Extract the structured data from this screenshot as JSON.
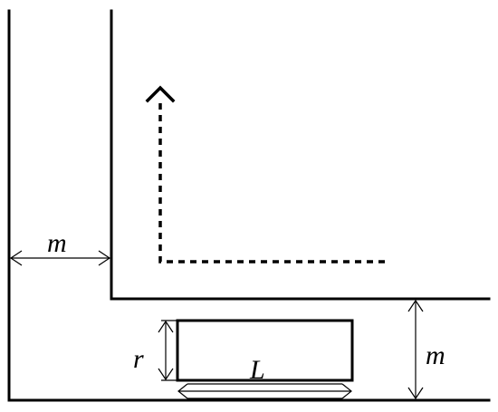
{
  "labels": {
    "corridor_width_vertical": "m",
    "corridor_width_horizontal": "m",
    "object_width": "r",
    "object_length": "L"
  },
  "colors": {
    "stroke": "#000000",
    "background": "#ffffff"
  }
}
